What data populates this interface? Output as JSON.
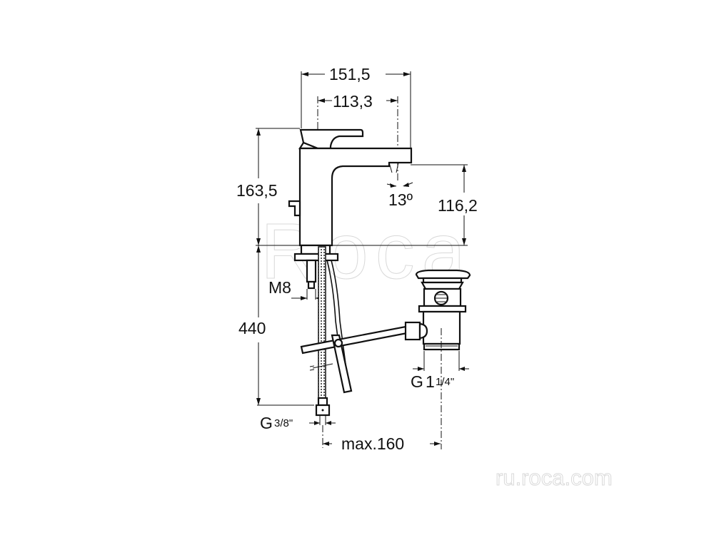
{
  "drawing": {
    "subject": "Basin mixer faucet with pop-up waste — dimension drawing",
    "dimensions": {
      "overall_width": "151,5",
      "spout_reach": "113,3",
      "overall_height": "163,5",
      "spout_angle": "13º",
      "spout_height": "116,2",
      "stud_thread": "M8",
      "hose_length": "440",
      "hose_connection": {
        "prefix": "G",
        "fraction": "3/8\""
      },
      "waste_thread": {
        "prefix": "G",
        "size": "1",
        "fraction": "1/4\""
      },
      "max_distance": "max.160"
    },
    "watermark": {
      "logo": "Roca",
      "url": "ru.roca.com"
    },
    "colors": {
      "line": "#111111",
      "background": "#ffffff",
      "watermark": "#d9d9d9"
    }
  }
}
